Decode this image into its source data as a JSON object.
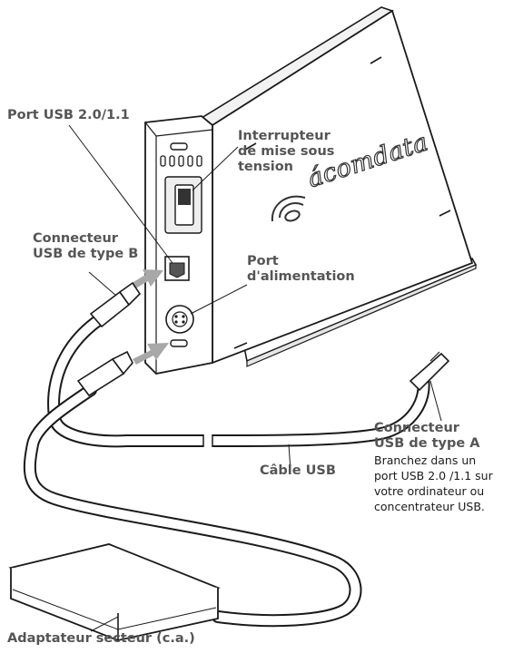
{
  "labels": {
    "usb_port": "Port USB 2.0/1.1",
    "power_switch": [
      "Interrupteur",
      "de mise sous",
      "tension"
    ],
    "usb_b": [
      "Connecteur",
      "USB de type B"
    ],
    "power_port": [
      "Port",
      "d'alimentation"
    ],
    "usb_a": [
      "Connecteur",
      "USB de type A"
    ],
    "usb_a_note": [
      "Branchez dans un",
      "port USB 2.0 /1.1 sur",
      "votre ordinateur ou",
      "concentrateur USB."
    ],
    "cable": "Câble USB",
    "adapter": "Adaptateur secteur (c.a.)"
  },
  "brand": {
    "logo_text": "ácomdata"
  },
  "colors": {
    "line": "#1a1a1a",
    "label": "#555555",
    "arrow": "#a8a8a8"
  }
}
